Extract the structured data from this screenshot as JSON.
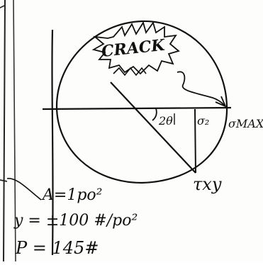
{
  "diagram": {
    "crack_label": "CRACK",
    "angle_label": "2θ",
    "sigma_label": "σ₂",
    "sigma_max_label": "σMAX",
    "tau_label": "τxy",
    "area_eq": "A=1po²",
    "y_eq": "y = ±100 #/po²",
    "p_eq": "P = 145#"
  },
  "colors": {
    "ink": "#111111",
    "paper": "#fdfdfb"
  }
}
